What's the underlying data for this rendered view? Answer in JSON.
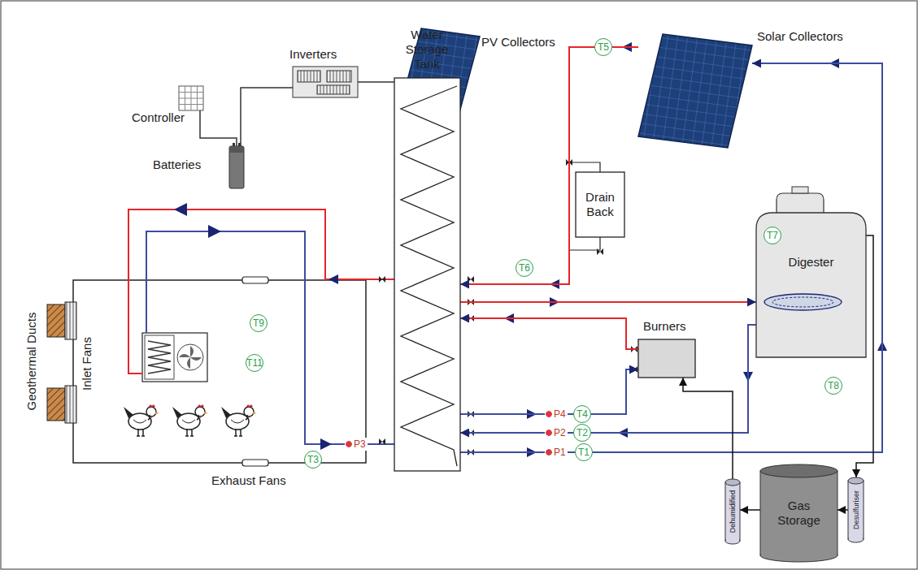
{
  "diagram": {
    "nodes": [
      {
        "text": [
          "Controller"
        ]
      },
      {
        "text": [
          "Inverters"
        ]
      },
      {
        "text": [
          "PV Collectors"
        ]
      },
      {
        "text": [
          "Batteries"
        ]
      },
      {
        "text": [
          "Solar Collectors"
        ]
      },
      {
        "text": [
          "Water Storage Tank"
        ]
      },
      {
        "text": [
          "Drain Back"
        ]
      },
      {
        "text": [
          "Digester"
        ]
      },
      {
        "text": [
          "Burners"
        ]
      },
      {
        "text": [
          "Gas Storage"
        ]
      },
      {
        "text": [
          "Dehumidified"
        ]
      },
      {
        "text": [
          "Desulfuriser"
        ]
      }
    ],
    "edges": [
      {
        "from": 0,
        "to": 3,
        "arrow": "none"
      },
      {
        "from": 3,
        "to": 1,
        "arrow": "none"
      },
      {
        "from": 1,
        "to": 2,
        "arrow": "none"
      },
      {
        "from": 4,
        "to": 5,
        "arrow": "to"
      },
      {
        "from": 5,
        "to": 4,
        "arrow": "to"
      },
      {
        "from": 5,
        "to": 7,
        "arrow": "to"
      },
      {
        "from": 7,
        "to": 5,
        "arrow": "to"
      },
      {
        "from": 8,
        "to": 5,
        "arrow": "to"
      },
      {
        "from": 5,
        "to": 8,
        "arrow": "to"
      },
      {
        "from": 7,
        "to": 11,
        "arrow": "to"
      },
      {
        "from": 11,
        "to": 9,
        "arrow": "to"
      },
      {
        "from": 9,
        "to": 10,
        "arrow": "to"
      },
      {
        "from": 10,
        "to": 8,
        "arrow": "to"
      }
    ],
    "labels": [
      "Geothermal Ducts",
      "Inlet Fans",
      "Exhaust Fans",
      "T1",
      "T2",
      "T3",
      "T4",
      "T5",
      "T6",
      "T7",
      "T8",
      "T9",
      "T11",
      "P1",
      "P2",
      "P3",
      "P4"
    ]
  }
}
